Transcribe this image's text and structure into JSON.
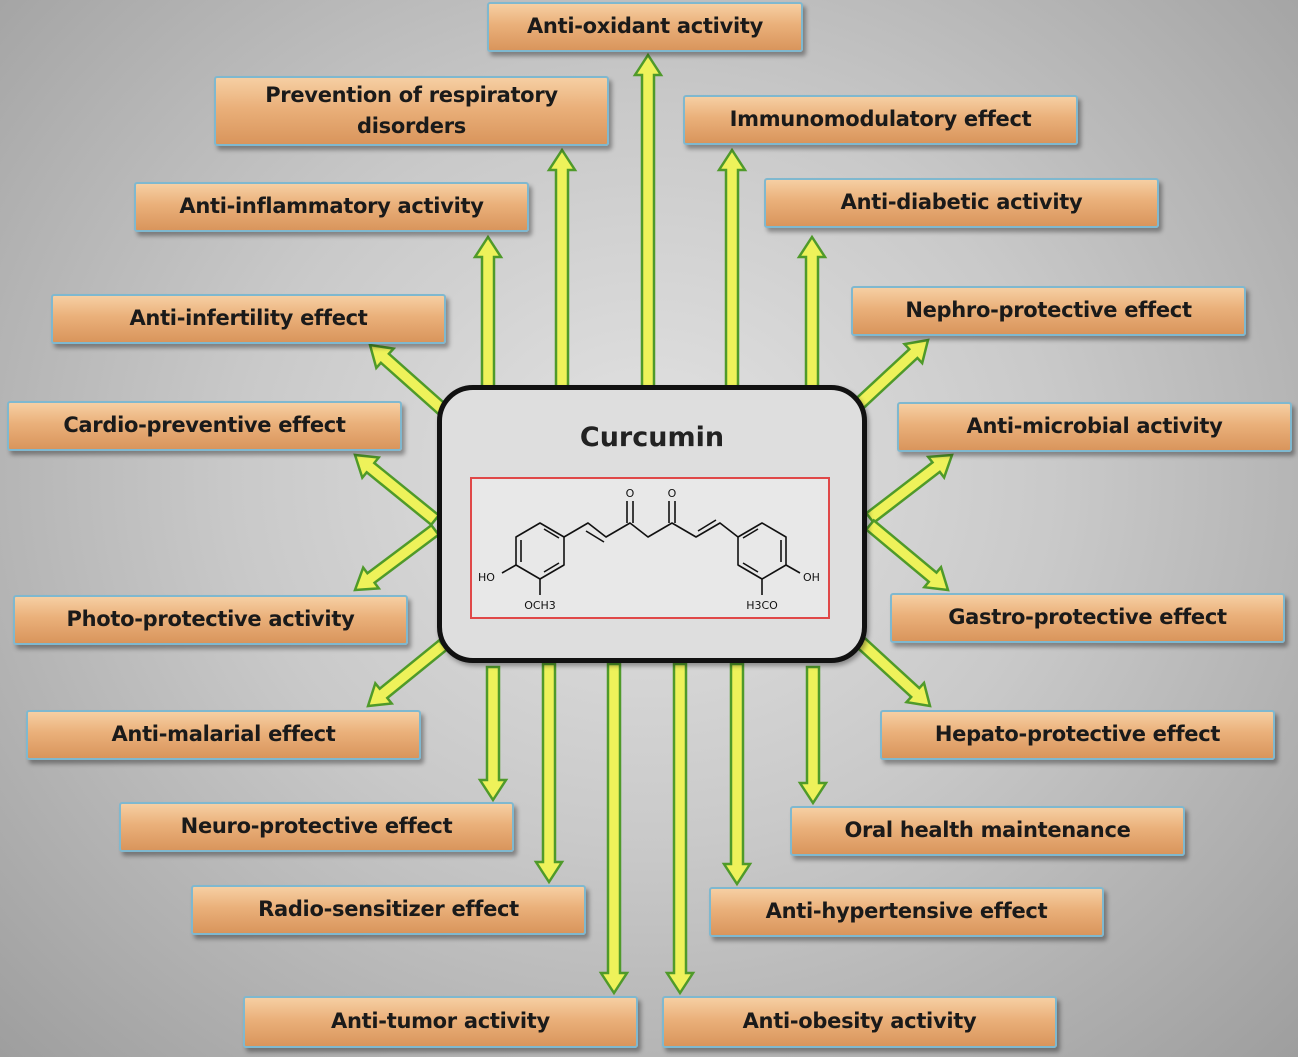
{
  "center": {
    "title": "Curcumin",
    "structure_labels": {
      "oxygen_left": "O",
      "oxygen_right": "O",
      "ho": "HO",
      "och3": "OCH3",
      "h3co": "H3CO",
      "oh": "OH"
    }
  },
  "effects": {
    "antioxidant": "Anti-oxidant activity",
    "respiratory": "Prevention of respiratory disorders",
    "immunomodulatory": "Immunomodulatory effect",
    "anti_inflammatory": "Anti-inflammatory activity",
    "anti_diabetic": "Anti-diabetic activity",
    "anti_infertility": "Anti-infertility effect",
    "nephro_protective": "Nephro-protective effect",
    "cardio_preventive": "Cardio-preventive effect",
    "anti_microbial": "Anti-microbial activity",
    "photo_protective": "Photo-protective activity",
    "gastro_protective": "Gastro-protective effect",
    "anti_malarial": "Anti-malarial effect",
    "hepato_protective": "Hepato-protective effect",
    "neuro_protective": "Neuro-protective effect",
    "oral_health": "Oral health maintenance",
    "radio_sensitizer": "Radio-sensitizer effect",
    "anti_hypertensive": "Anti-hypertensive effect",
    "anti_tumor": "Anti-tumor activity",
    "anti_obesity": "Anti-obesity activity"
  },
  "colors": {
    "arrow_fill": "#eef25a",
    "arrow_stroke": "#4f9a2a",
    "box_border": "#7fb8cf",
    "structure_border": "#e04848"
  }
}
